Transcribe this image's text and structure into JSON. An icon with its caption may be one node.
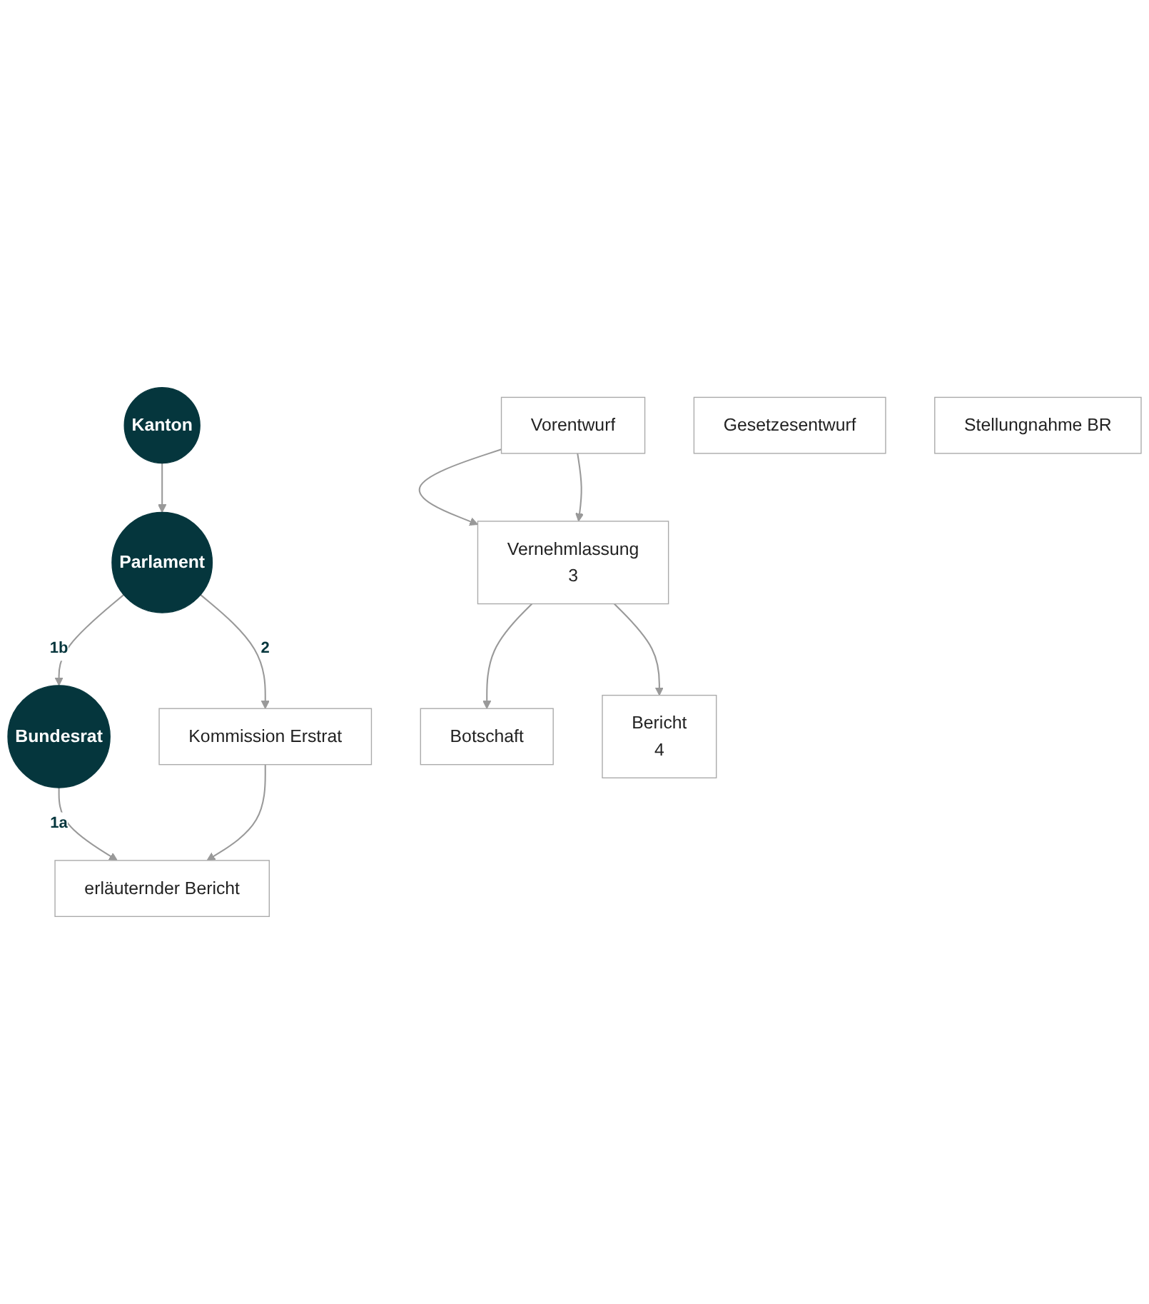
{
  "diagram": {
    "nodes": [
      {
        "text": [
          "Bundesrat"
        ]
      },
      {
        "text": [
          "Parlament"
        ]
      },
      {
        "text": [
          "Kanton"
        ]
      },
      {
        "text": [
          "Kommission Erstrat"
        ]
      },
      {
        "text": [
          "erläuternder Bericht"
        ]
      },
      {
        "text": [
          "Vorentwurf"
        ]
      },
      {
        "text": [
          "Vernehmlassung",
          "3"
        ]
      },
      {
        "text": [
          "Botschaft"
        ]
      },
      {
        "text": [
          "Bericht",
          "4"
        ]
      },
      {
        "text": [
          "Gesetzesentwurf"
        ]
      },
      {
        "text": [
          "Stellungnahme BR"
        ]
      }
    ],
    "edges": [
      {
        "from": 2,
        "to": 1,
        "arrow": "to"
      },
      {
        "from": 1,
        "to": 0,
        "arrow": "to",
        "label": "1b"
      },
      {
        "from": 0,
        "to": 4,
        "arrow": "to",
        "label": "1a"
      },
      {
        "from": 1,
        "to": 3,
        "arrow": "to",
        "label": "2"
      },
      {
        "from": 3,
        "to": 4,
        "arrow": "to"
      },
      {
        "from": 5,
        "to": 6,
        "arrow": "to"
      },
      {
        "from": 5,
        "to": 6,
        "arrow": "to"
      },
      {
        "from": 6,
        "to": 7,
        "arrow": "to"
      },
      {
        "from": 6,
        "to": 8,
        "arrow": "to"
      }
    ]
  }
}
